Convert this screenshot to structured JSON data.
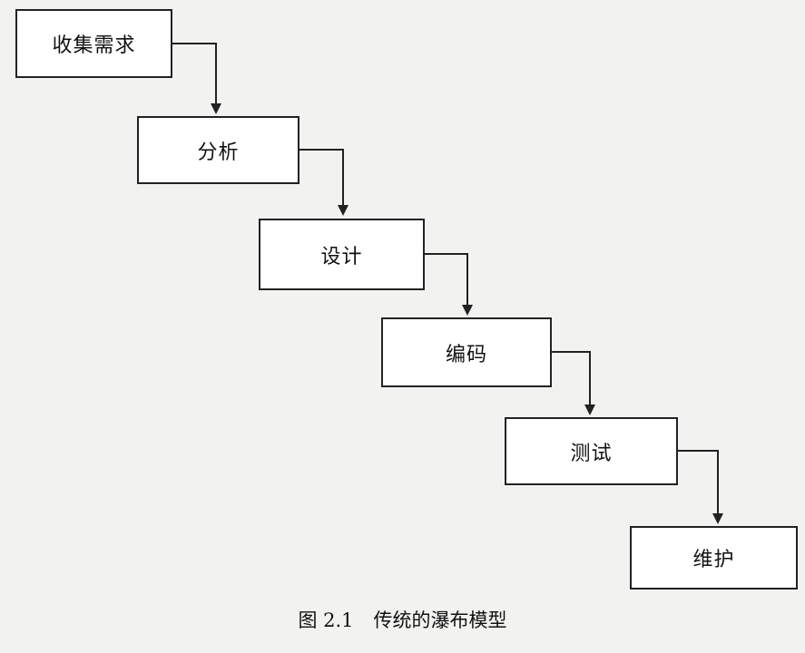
{
  "diagram": {
    "steps": [
      {
        "label": "收集需求"
      },
      {
        "label": "分析"
      },
      {
        "label": "设计"
      },
      {
        "label": "编码"
      },
      {
        "label": "测试"
      },
      {
        "label": "维护"
      }
    ],
    "stroke_color": "#222222",
    "box_fill": "#ffffff"
  },
  "caption": {
    "number": "图 2.1",
    "title": "传统的瀑布模型"
  }
}
